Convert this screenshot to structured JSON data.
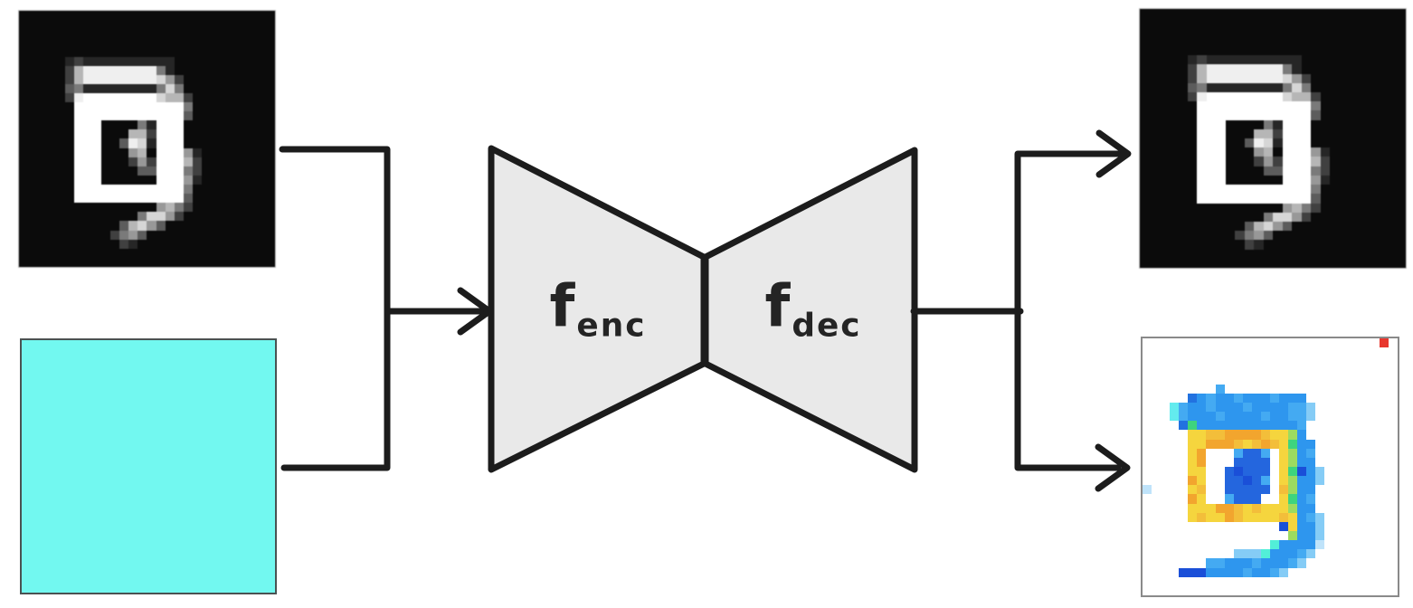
{
  "diagram": {
    "background_color": "#ffffff",
    "ink_color": "#1c1c1c",
    "label_color": "#242424",
    "funnel_fill": "#e9e9e9",
    "encoder": {
      "base": "f",
      "subscript": "enc"
    },
    "decoder": {
      "base": "f",
      "subscript": "dec"
    }
  },
  "panels": {
    "occluded_input": {
      "background": "#0b0b0b",
      "border_color": "#c0c0c0"
    },
    "mask_input": {
      "fill_color": "#72f8f0",
      "border_color": "#4a5252"
    },
    "reconstruction": {
      "background": "#0b0b0b",
      "border_color": "#c0c0c0"
    },
    "heatmap": {
      "background": "#ffffff",
      "border_color": "#8a8a8a",
      "marker_color": "#e8372e"
    }
  },
  "pixel_art": {
    "digit_palette": {
      ".": "#0b0b0b",
      "1": "#262626",
      "2": "#404040",
      "3": "#5c5c5c",
      "4": "#7a7a7a",
      "5": "#989898",
      "6": "#b6b6b6",
      "7": "#d6d6d6",
      "8": "#efefef",
      "9": "#ffffff"
    },
    "digit_grid": [
      "............................",
      "............................",
      "............................",
      "............................",
      "............................",
      ".....121111111111...........",
      ".....268888888841...........",
      ".....2688888888752..........",
      ".....3411111111474..........",
      ".....28999999997662.........",
      "......9999999999994.........",
      "......9999999999993.........",
      "......999....41999..........",
      "......999...662999..........",
      "......999..3871999..........",
      "......999...56.99951........",
      "......999...25299962........",
      "......999....3399942........",
      "......999......99951........",
      "......9999999999994.........",
      "......9999999999993.........",
      "...............5642.........",
      ".............47752..........",
      "...........36753............",
      "..........2453..............",
      "...........21...............",
      "............................",
      "............................"
    ],
    "heatmap_palette": {
      "r": "#e8372e",
      "c": "#63ebee",
      "C": "#52efd8",
      "l": "#85ccf6",
      "L": "#bfe3fa",
      "s": "#44aaf2",
      "b": "#2e96ee",
      "d": "#2272e0",
      "B": "#1a4fd8",
      "m": "#2466de",
      "g": "#3ed47e",
      "G": "#9cdb60",
      "y": "#f5d53e",
      "h": "#f3be3a",
      "o": "#f2a52e"
    },
    "heatmap_grid": [
      "..........................r.",
      "............................",
      "............................",
      "............................",
      "............................",
      "........s...................",
      ".....dbsbbsbbbsbbb..........",
      "...csbbsbbbsbbbbssl.........",
      "...csbbbsbbbbsbbssl.........",
      "....dgbbbbbbbbbbbs..........",
      ".....yyhhoooohyyGb..........",
      ".....yyooohyhohygbb.........",
      ".....yo...smms.yGbs.........",
      ".....yo...mmmm.yGbb.........",
      ".....yy..mBmmm.ygBbl........",
      ".....oy..mmBms.yGbbl........",
      "L....yh..mmmmm.hGbb.........",
      ".....oy..smmm..ygbs.........",
      ".....yyyoohyhyyyGbb.........",
      ".....yhyyohyyyyhybsl........",
      "...............Bybbl........",
      "................Gbbl........",
      "..............CbbbbL........",
      "..........lllCbbbsl.........",
      ".......ssbbbsbbbsl..........",
      "....BBBbbbbsbbsl............",
      "............................",
      "............................"
    ]
  }
}
